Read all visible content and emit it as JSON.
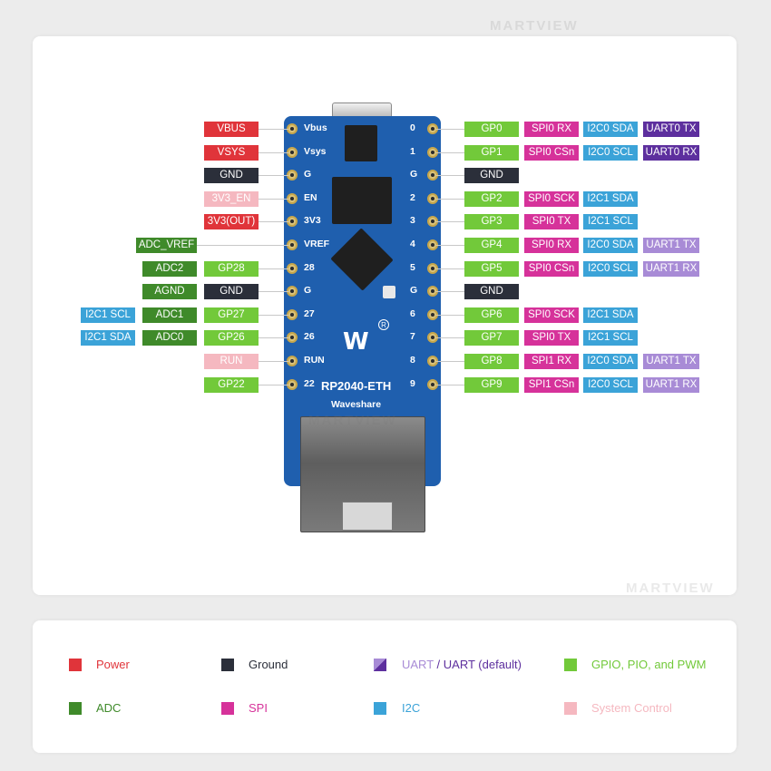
{
  "colors": {
    "power": "#e0343a",
    "ground": "#2b2f3a",
    "uart": "#5d2f9e",
    "uart_default": "#a88bd6",
    "gpio": "#72c93a",
    "adc": "#3f8a2a",
    "spi": "#d6329a",
    "i2c": "#3ba3d8",
    "system": "#f5b8c0"
  },
  "board": {
    "title": "RP2040-ETH",
    "subtitle": "Waveshare",
    "logo": "W",
    "reg_mark": "R",
    "left_silk": [
      "Vbus",
      "Vsys",
      "G",
      "EN",
      "3V3",
      "VREF",
      "28",
      "G",
      "27",
      "26",
      "RUN",
      "22"
    ],
    "right_silk": [
      "0",
      "1",
      "G",
      "2",
      "3",
      "4",
      "5",
      "G",
      "6",
      "7",
      "8",
      "9"
    ]
  },
  "left_labels": [
    [
      {
        "t": "VBUS",
        "c": "power"
      }
    ],
    [
      {
        "t": "VSYS",
        "c": "power"
      }
    ],
    [
      {
        "t": "GND",
        "c": "ground"
      }
    ],
    [
      {
        "t": "3V3_EN",
        "c": "system"
      }
    ],
    [
      {
        "t": "3V3(OUT)",
        "c": "power"
      }
    ],
    [
      {
        "t": "ADC_VREF",
        "c": "adc"
      }
    ],
    [
      {
        "t": "ADC2",
        "c": "adc"
      },
      {
        "t": "GP28",
        "c": "gpio"
      }
    ],
    [
      {
        "t": "AGND",
        "c": "adc"
      },
      {
        "t": "GND",
        "c": "ground"
      }
    ],
    [
      {
        "t": "I2C1 SCL",
        "c": "i2c"
      },
      {
        "t": "ADC1",
        "c": "adc"
      },
      {
        "t": "GP27",
        "c": "gpio"
      }
    ],
    [
      {
        "t": "I2C1 SDA",
        "c": "i2c"
      },
      {
        "t": "ADC0",
        "c": "adc"
      },
      {
        "t": "GP26",
        "c": "gpio"
      }
    ],
    [
      {
        "t": "RUN",
        "c": "system"
      }
    ],
    [
      {
        "t": "GP22",
        "c": "gpio"
      }
    ]
  ],
  "right_labels": [
    [
      {
        "t": "GP0",
        "c": "gpio"
      },
      {
        "t": "SPI0 RX",
        "c": "spi"
      },
      {
        "t": "I2C0 SDA",
        "c": "i2c"
      },
      {
        "t": "UART0 TX",
        "c": "uart"
      }
    ],
    [
      {
        "t": "GP1",
        "c": "gpio"
      },
      {
        "t": "SPI0 CSn",
        "c": "spi"
      },
      {
        "t": "I2C0 SCL",
        "c": "i2c"
      },
      {
        "t": "UART0 RX",
        "c": "uart"
      }
    ],
    [
      {
        "t": "GND",
        "c": "ground"
      }
    ],
    [
      {
        "t": "GP2",
        "c": "gpio"
      },
      {
        "t": "SPI0 SCK",
        "c": "spi"
      },
      {
        "t": "I2C1 SDA",
        "c": "i2c"
      }
    ],
    [
      {
        "t": "GP3",
        "c": "gpio"
      },
      {
        "t": "SPI0 TX",
        "c": "spi"
      },
      {
        "t": "I2C1 SCL",
        "c": "i2c"
      }
    ],
    [
      {
        "t": "GP4",
        "c": "gpio"
      },
      {
        "t": "SPI0 RX",
        "c": "spi"
      },
      {
        "t": "I2C0 SDA",
        "c": "i2c"
      },
      {
        "t": "UART1 TX",
        "c": "uart_default"
      }
    ],
    [
      {
        "t": "GP5",
        "c": "gpio"
      },
      {
        "t": "SPI0 CSn",
        "c": "spi"
      },
      {
        "t": "I2C0 SCL",
        "c": "i2c"
      },
      {
        "t": "UART1 RX",
        "c": "uart_default"
      }
    ],
    [
      {
        "t": "GND",
        "c": "ground"
      }
    ],
    [
      {
        "t": "GP6",
        "c": "gpio"
      },
      {
        "t": "SPI0 SCK",
        "c": "spi"
      },
      {
        "t": "I2C1 SDA",
        "c": "i2c"
      }
    ],
    [
      {
        "t": "GP7",
        "c": "gpio"
      },
      {
        "t": "SPI0 TX",
        "c": "spi"
      },
      {
        "t": "I2C1 SCL",
        "c": "i2c"
      }
    ],
    [
      {
        "t": "GP8",
        "c": "gpio"
      },
      {
        "t": "SPI1 RX",
        "c": "spi"
      },
      {
        "t": "I2C0 SDA",
        "c": "i2c"
      },
      {
        "t": "UART1 TX",
        "c": "uart_default"
      }
    ],
    [
      {
        "t": "GP9",
        "c": "gpio"
      },
      {
        "t": "SPI1 CSn",
        "c": "spi"
      },
      {
        "t": "I2C0 SCL",
        "c": "i2c"
      },
      {
        "t": "UART1 RX",
        "c": "uart_default"
      }
    ]
  ],
  "legend": {
    "power": "Power",
    "ground": "Ground",
    "uart_a": "UART",
    "uart_sep": " / ",
    "uart_b": "UART (default)",
    "gpio": "GPIO, PIO, and PWM",
    "adc": "ADC",
    "spi": "SPI",
    "i2c": "I2C",
    "system": "System Control"
  },
  "watermark": "MARTVIEW"
}
